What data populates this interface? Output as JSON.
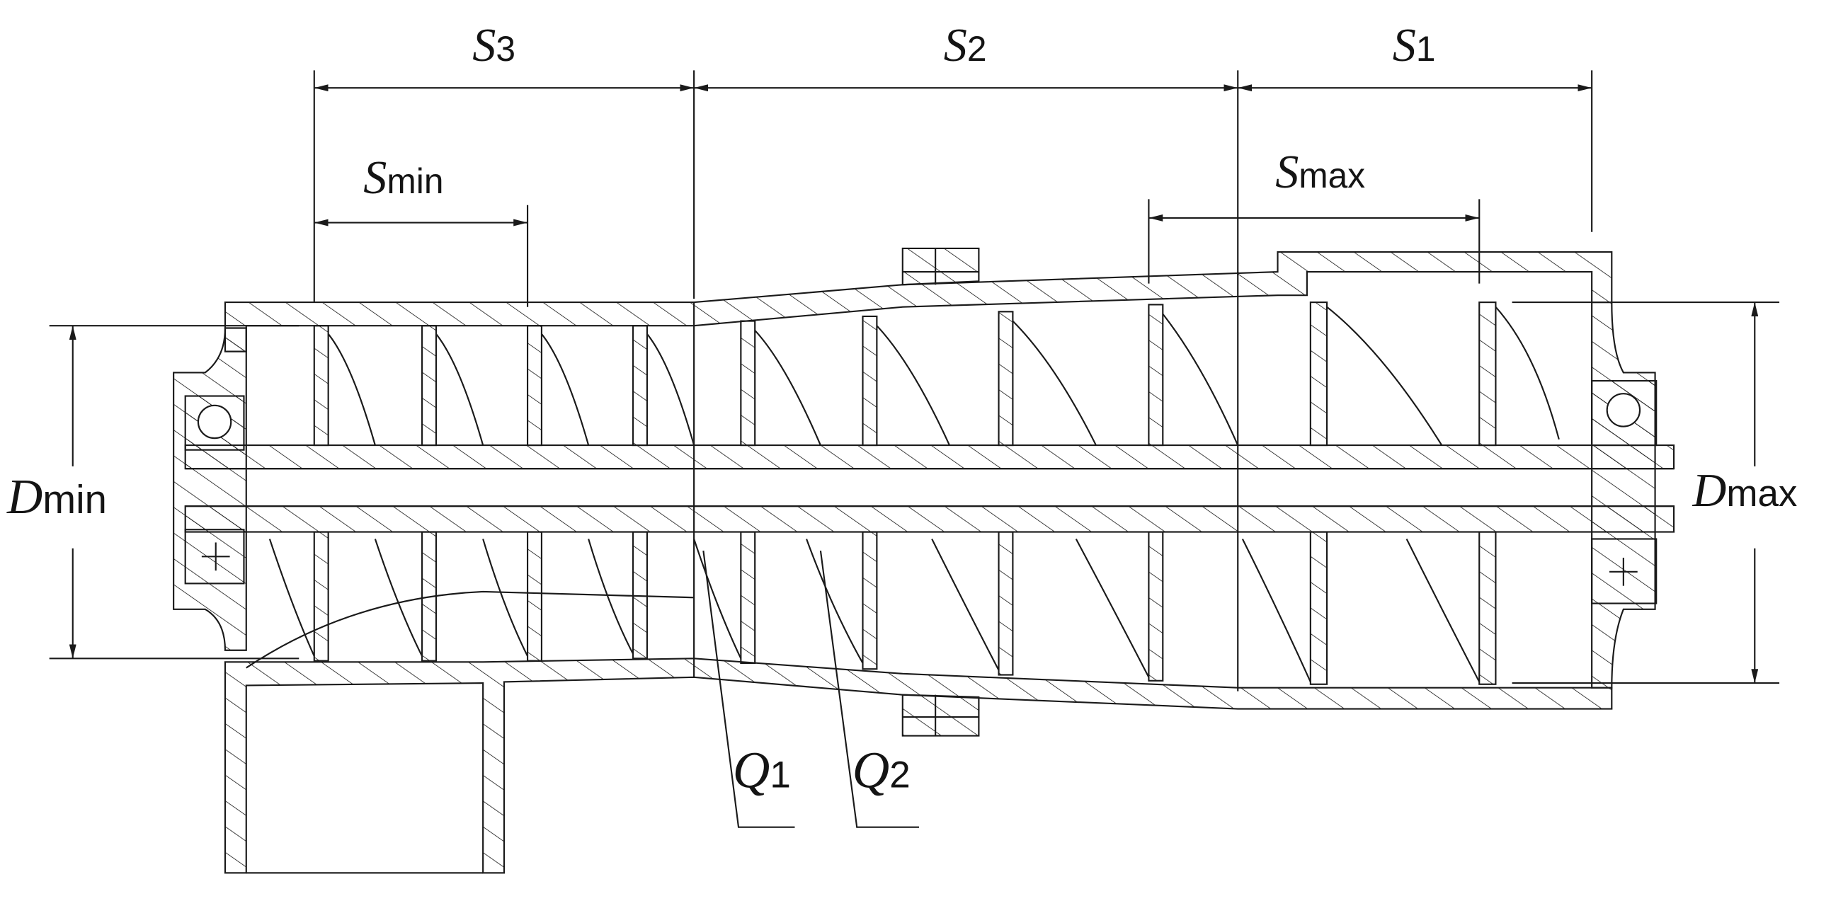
{
  "labels": {
    "s3": {
      "main": "S",
      "sub": "3"
    },
    "s2": {
      "main": "S",
      "sub": "2"
    },
    "s1": {
      "main": "S",
      "sub": "1"
    },
    "smin": {
      "main": "S",
      "sub": "min"
    },
    "smax": {
      "main": "S",
      "sub": "max"
    },
    "dmin": {
      "main": "D",
      "sub": "min"
    },
    "dmax": {
      "main": "D",
      "sub": "max"
    },
    "q1": {
      "main": "Q",
      "sub": "1"
    },
    "q2": {
      "main": "Q",
      "sub": "2"
    }
  },
  "colors": {
    "line": "#1a1a1a",
    "background": "#ffffff"
  }
}
